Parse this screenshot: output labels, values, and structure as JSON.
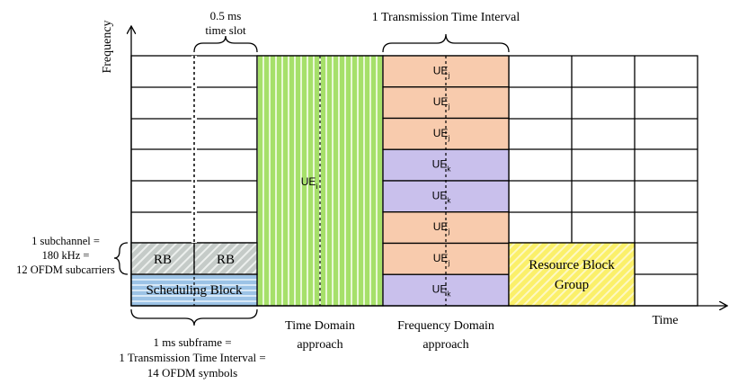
{
  "axes": {
    "y_label": "Frequency",
    "x_label": "Time"
  },
  "top_annotations": {
    "slot_duration": "0.5 ms",
    "slot_label": "time slot",
    "tti_label": "1 Transmission Time Interval"
  },
  "left_annotation": {
    "line1": "1 subchannel =",
    "line2": "180 kHz =",
    "line3": "12 OFDM subcarriers"
  },
  "bottom_annotation": {
    "line1": "1 ms subframe =",
    "line2": "1 Transmission Time Interval =",
    "line3": "14 OFDM symbols"
  },
  "blocks": {
    "rb1": "RB",
    "rb2": "RB",
    "scheduling_block": "Scheduling Block",
    "resource_block_group_line1": "Resource Block",
    "resource_block_group_line2": "Group"
  },
  "time_domain": {
    "ue_base": "UE",
    "ue_sub": "i",
    "caption_line1": "Time Domain",
    "caption_line2": "approach"
  },
  "frequency_domain": {
    "ue_base": "UE",
    "rows": [
      "j",
      "j",
      "j",
      "k",
      "k",
      "j",
      "j",
      "k"
    ],
    "caption_line1": "Frequency Domain",
    "caption_line2": "approach"
  },
  "colors": {
    "green": "#a6e06a",
    "orange": "#f8cbad",
    "purple": "#c9c0ec",
    "blue": "#9cc3e6",
    "yellow": "#fbf06a",
    "gray": "#c5cbc8"
  }
}
